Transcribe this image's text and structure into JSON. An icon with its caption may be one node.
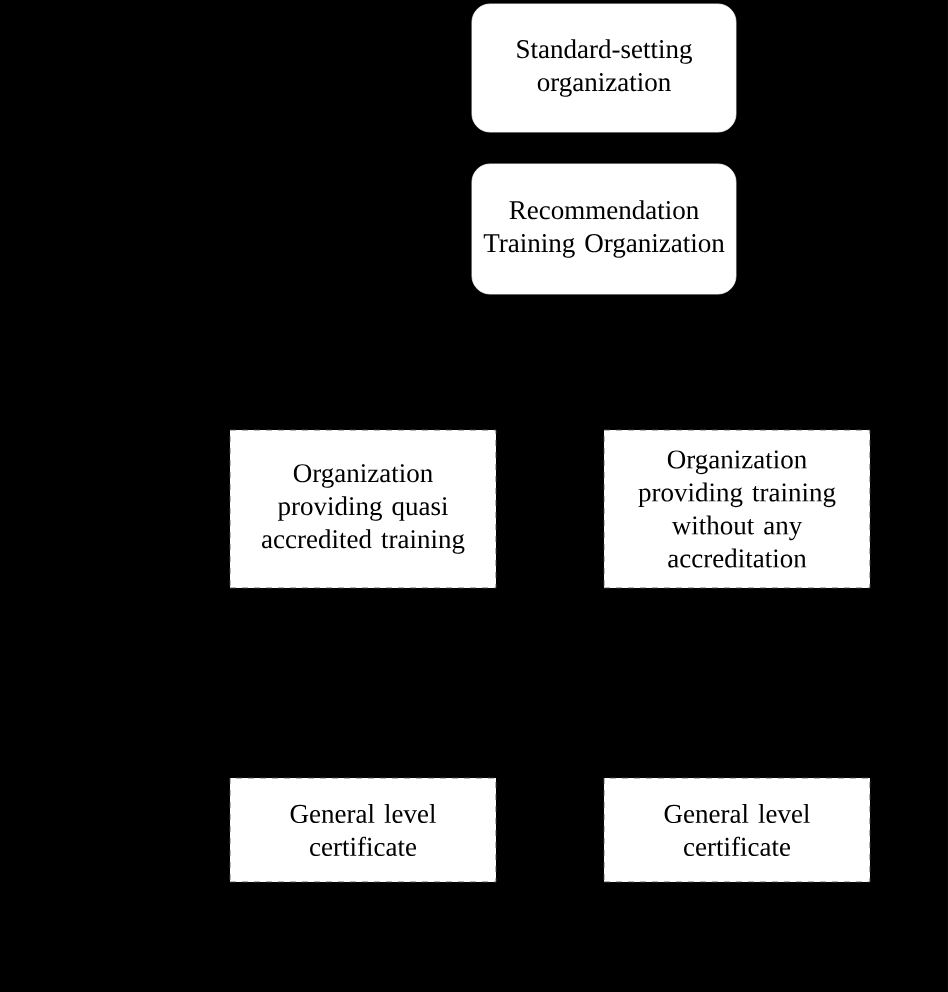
{
  "diagram": {
    "nodes": [
      {
        "text": [
          "Standard-setting organization"
        ]
      },
      {
        "text": [
          "Recommendation Training Organization"
        ]
      },
      {
        "text": [
          "Organization providing quasi accredited training"
        ]
      },
      {
        "text": [
          "Organization providing training without any accreditation"
        ]
      },
      {
        "text": [
          "General level certificate"
        ]
      },
      {
        "text": [
          "General level certificate"
        ]
      }
    ]
  }
}
